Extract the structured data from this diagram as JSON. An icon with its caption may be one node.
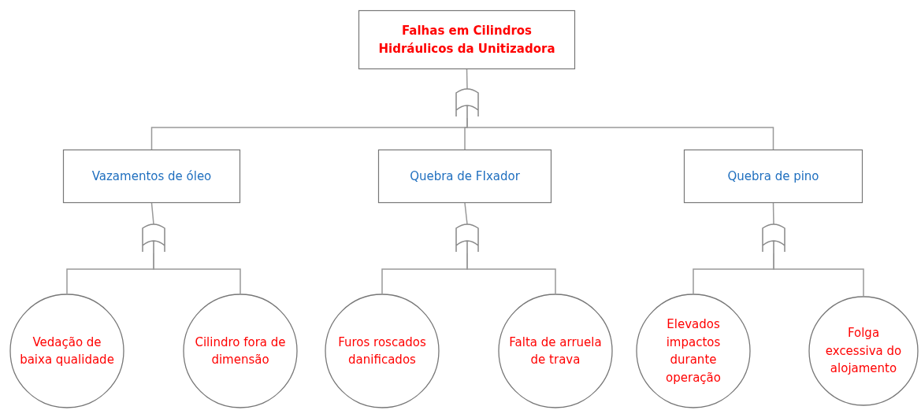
{
  "diagram": {
    "nodes": [
      {
        "text": [
          "Falhas em Cilindros Hidráulicos da Unitizadora"
        ]
      },
      {
        "text": [],
        "shape": "gate"
      },
      {
        "text": [
          "Vazamentos de óleo"
        ]
      },
      {
        "text": [
          "Quebra de FIxador"
        ]
      },
      {
        "text": [
          "Quebra de pino"
        ]
      },
      {
        "text": [],
        "shape": "gate"
      },
      {
        "text": [],
        "shape": "gate"
      },
      {
        "text": [],
        "shape": "gate"
      },
      {
        "text": [
          "Vedação de baixa qualidade"
        ]
      },
      {
        "text": [
          "Cilindro fora de dimensão"
        ]
      },
      {
        "text": [
          "Furos roscados danificados"
        ]
      },
      {
        "text": [
          "Falta de arruela de trava"
        ]
      },
      {
        "text": [
          "Elevados impactos durante operação"
        ]
      },
      {
        "text": [
          "Folga excessiva do alojamento"
        ]
      }
    ],
    "edges": [
      {
        "from": 0,
        "to": 1,
        "arrow": "none"
      },
      {
        "from": 1,
        "to": 2,
        "arrow": "none"
      },
      {
        "from": 1,
        "to": 3,
        "arrow": "none"
      },
      {
        "from": 1,
        "to": 4,
        "arrow": "none"
      },
      {
        "from": 2,
        "to": 5,
        "arrow": "none"
      },
      {
        "from": 3,
        "to": 6,
        "arrow": "none"
      },
      {
        "from": 4,
        "to": 7,
        "arrow": "none"
      },
      {
        "from": 5,
        "to": 8,
        "arrow": "none"
      },
      {
        "from": 5,
        "to": 9,
        "arrow": "none"
      },
      {
        "from": 6,
        "to": 10,
        "arrow": "none"
      },
      {
        "from": 6,
        "to": 11,
        "arrow": "none"
      },
      {
        "from": 7,
        "to": 12,
        "arrow": "none"
      },
      {
        "from": 7,
        "to": 13,
        "arrow": "none"
      }
    ]
  }
}
